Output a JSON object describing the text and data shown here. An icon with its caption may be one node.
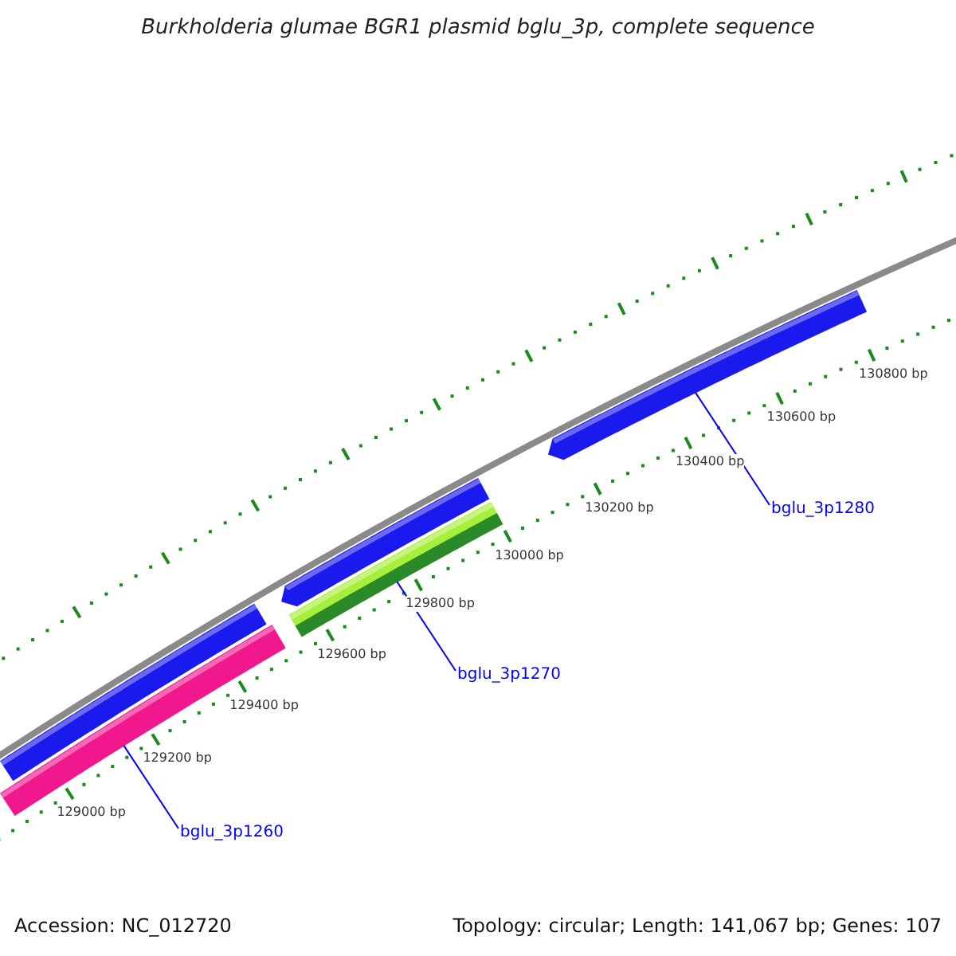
{
  "diagram": {
    "title": "Burkholderia glumae BGR1 plasmid bglu_3p, complete sequence",
    "nodes": [
      {
        "text": [],
        "shape": "bar"
      },
      {
        "text": [],
        "shape": "bar"
      },
      {
        "text": [],
        "shape": "bar"
      },
      {
        "text": [],
        "shape": "bar"
      },
      {
        "text": [],
        "shape": "bar"
      },
      {
        "text": [
          "bglu_3p1280"
        ]
      },
      {
        "text": [
          "bglu_3p1270"
        ]
      },
      {
        "text": [
          "bglu_3p1260"
        ]
      }
    ],
    "edges": [
      {
        "from": 5,
        "to": 4,
        "arrow": "none"
      },
      {
        "from": 6,
        "to": 3,
        "arrow": "none"
      },
      {
        "from": 7,
        "to": 1,
        "arrow": "none"
      }
    ],
    "labels": [
      "130800 bp",
      "130600 bp",
      "130400 bp",
      "130200 bp",
      "130000 bp",
      "129800 bp",
      "129600 bp",
      "129400 bp",
      "129200 bp",
      "129000 bp",
      "Accession: NC_012720",
      "Topology: circular; Length: 141,067 bp; Genes: 107"
    ]
  }
}
